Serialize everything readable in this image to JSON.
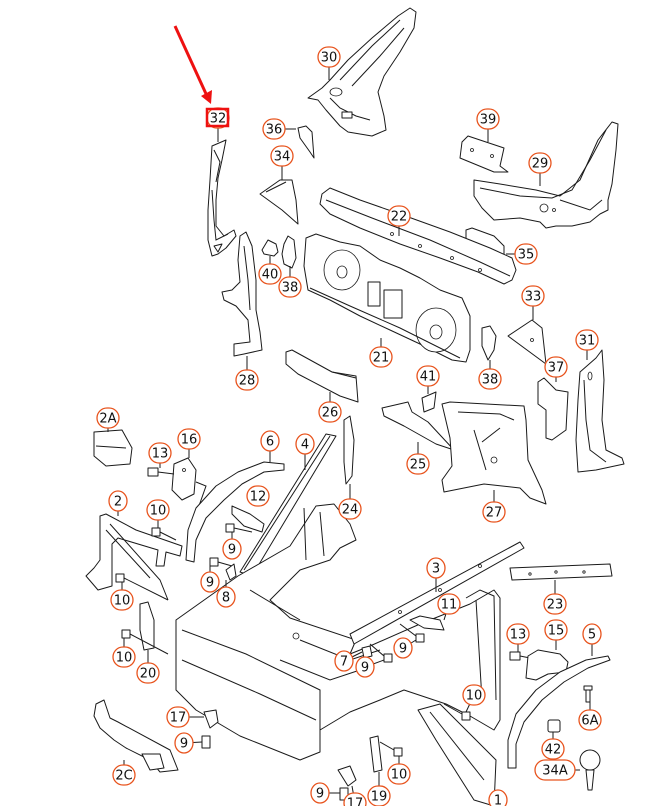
{
  "diagram": {
    "title": "Front body structure parts diagram",
    "accent_color": "#e8541e",
    "highlight_color": "#ee1111",
    "highlighted_part": "32",
    "callouts": [
      {
        "id": "c30",
        "label": "30"
      },
      {
        "id": "c32",
        "label": "32"
      },
      {
        "id": "c36",
        "label": "36"
      },
      {
        "id": "c34",
        "label": "34"
      },
      {
        "id": "c39",
        "label": "39"
      },
      {
        "id": "c29",
        "label": "29"
      },
      {
        "id": "c22",
        "label": "22"
      },
      {
        "id": "c35",
        "label": "35"
      },
      {
        "id": "c40",
        "label": "40"
      },
      {
        "id": "c38a",
        "label": "38"
      },
      {
        "id": "c33",
        "label": "33"
      },
      {
        "id": "c31",
        "label": "31"
      },
      {
        "id": "c21",
        "label": "21"
      },
      {
        "id": "c28",
        "label": "28"
      },
      {
        "id": "c41",
        "label": "41"
      },
      {
        "id": "c38b",
        "label": "38"
      },
      {
        "id": "c37",
        "label": "37"
      },
      {
        "id": "c26",
        "label": "26"
      },
      {
        "id": "c25",
        "label": "25"
      },
      {
        "id": "c2A",
        "label": "2A"
      },
      {
        "id": "c13a",
        "label": "13"
      },
      {
        "id": "c16",
        "label": "16"
      },
      {
        "id": "c6",
        "label": "6"
      },
      {
        "id": "c4",
        "label": "4"
      },
      {
        "id": "c24",
        "label": "24"
      },
      {
        "id": "c27",
        "label": "27"
      },
      {
        "id": "c2",
        "label": "2"
      },
      {
        "id": "c10a",
        "label": "10"
      },
      {
        "id": "c12",
        "label": "12"
      },
      {
        "id": "c9a",
        "label": "9"
      },
      {
        "id": "c9b",
        "label": "9"
      },
      {
        "id": "c8",
        "label": "8"
      },
      {
        "id": "c10b",
        "label": "10"
      },
      {
        "id": "c3",
        "label": "3"
      },
      {
        "id": "c23",
        "label": "23"
      },
      {
        "id": "c11",
        "label": "11"
      },
      {
        "id": "c10c",
        "label": "10"
      },
      {
        "id": "c20",
        "label": "20"
      },
      {
        "id": "c13b",
        "label": "13"
      },
      {
        "id": "c15",
        "label": "15"
      },
      {
        "id": "c5",
        "label": "5"
      },
      {
        "id": "c7",
        "label": "7"
      },
      {
        "id": "c9c",
        "label": "9"
      },
      {
        "id": "c9d",
        "label": "9"
      },
      {
        "id": "c10d",
        "label": "10"
      },
      {
        "id": "c6A",
        "label": "6A"
      },
      {
        "id": "c17a",
        "label": "17"
      },
      {
        "id": "c9e",
        "label": "9"
      },
      {
        "id": "c42",
        "label": "42"
      },
      {
        "id": "c2C",
        "label": "2C"
      },
      {
        "id": "c10e",
        "label": "10"
      },
      {
        "id": "c34A",
        "label": "34A"
      },
      {
        "id": "c9f",
        "label": "9"
      },
      {
        "id": "c17b",
        "label": "17"
      },
      {
        "id": "c19",
        "label": "19"
      },
      {
        "id": "c1",
        "label": "1"
      }
    ]
  }
}
